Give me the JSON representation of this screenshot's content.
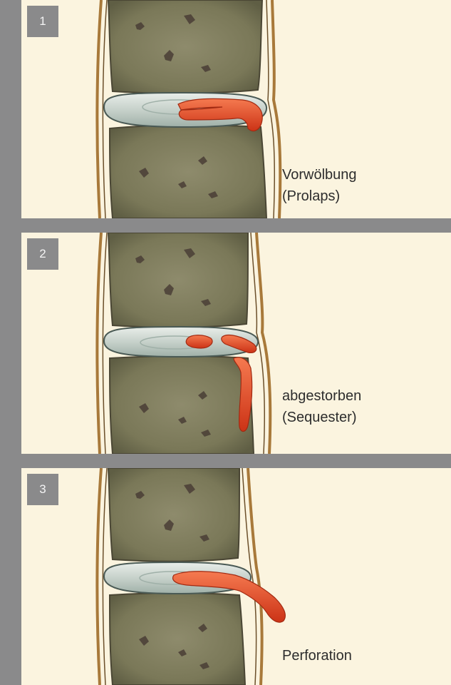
{
  "panels": [
    {
      "number": "1",
      "label_lines": [
        "Vorwölbung",
        "(Prolaps)"
      ]
    },
    {
      "number": "2",
      "label_lines": [
        "abgestorben",
        "(Sequester)"
      ]
    },
    {
      "number": "3",
      "label_lines": [
        "Perforation"
      ]
    }
  ],
  "colors": {
    "background": "#8a8a8b",
    "panel": "#fbf4df",
    "bone": "#7d7a5c",
    "disc": "#c9d3cb",
    "nucleus": "#e5502a"
  }
}
